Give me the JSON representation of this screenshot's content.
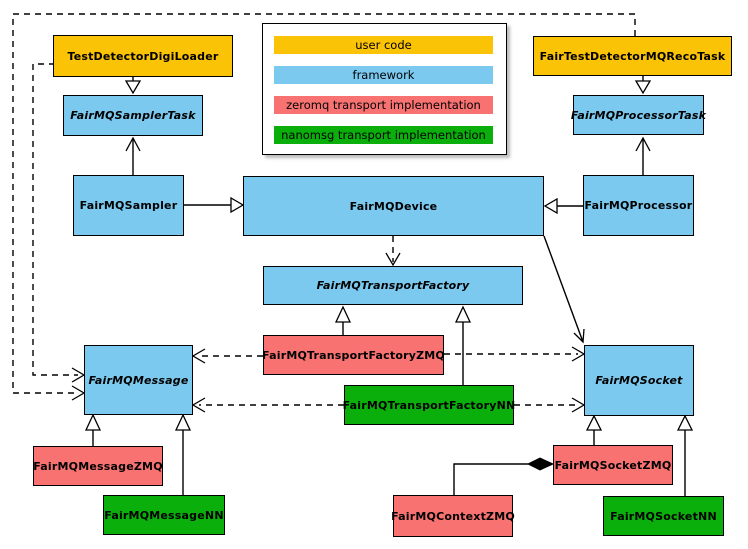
{
  "diagram": {
    "subject": "FairMQ class diagram",
    "colors": {
      "user": "#FBC306",
      "framework": "#7CC9EF",
      "zeromq": "#F87272",
      "nanomsg": "#0BAF0B",
      "border": "#000000",
      "background": "#FFFFFF"
    },
    "legend": {
      "items": [
        {
          "label": "user code",
          "color_key": "user"
        },
        {
          "label": "framework",
          "color_key": "framework"
        },
        {
          "label": "zeromq transport implementation",
          "color_key": "zeromq"
        },
        {
          "label": "nanomsg transport implementation",
          "color_key": "nanomsg"
        }
      ]
    },
    "nodes": {
      "testDetectorDigiLoader": {
        "label": "TestDetectorDigiLoader",
        "layer": "user",
        "abstract": false
      },
      "fairTestDetectorMQRecoTask": {
        "label": "FairTestDetectorMQRecoTask",
        "layer": "user",
        "abstract": false
      },
      "fairMQSamplerTask": {
        "label": "FairMQSamplerTask",
        "layer": "framework",
        "abstract": true
      },
      "fairMQProcessorTask": {
        "label": "FairMQProcessorTask",
        "layer": "framework",
        "abstract": true
      },
      "fairMQSampler": {
        "label": "FairMQSampler",
        "layer": "framework",
        "abstract": false
      },
      "fairMQDevice": {
        "label": "FairMQDevice",
        "layer": "framework",
        "abstract": false
      },
      "fairMQProcessor": {
        "label": "FairMQProcessor",
        "layer": "framework",
        "abstract": false
      },
      "fairMQTransportFactory": {
        "label": "FairMQTransportFactory",
        "layer": "framework",
        "abstract": true
      },
      "fairMQTransportFactoryZMQ": {
        "label": "FairMQTransportFactoryZMQ",
        "layer": "zeromq",
        "abstract": false
      },
      "fairMQTransportFactoryNN": {
        "label": "FairMQTransportFactoryNN",
        "layer": "nanomsg",
        "abstract": false
      },
      "fairMQMessage": {
        "label": "FairMQMessage",
        "layer": "framework",
        "abstract": true
      },
      "fairMQSocket": {
        "label": "FairMQSocket",
        "layer": "framework",
        "abstract": true
      },
      "fairMQMessageZMQ": {
        "label": "FairMQMessageZMQ",
        "layer": "zeromq",
        "abstract": false
      },
      "fairMQMessageNN": {
        "label": "FairMQMessageNN",
        "layer": "nanomsg",
        "abstract": false
      },
      "fairMQSocketZMQ": {
        "label": "FairMQSocketZMQ",
        "layer": "zeromq",
        "abstract": false
      },
      "fairMQSocketNN": {
        "label": "FairMQSocketNN",
        "layer": "nanomsg",
        "abstract": false
      },
      "fairMQContextZMQ": {
        "label": "FairMQContextZMQ",
        "layer": "zeromq",
        "abstract": false
      }
    },
    "edges": [
      {
        "from": "TestDetectorDigiLoader",
        "to": "FairMQSamplerTask",
        "type": "inheritance"
      },
      {
        "from": "FairTestDetectorMQRecoTask",
        "to": "FairMQProcessorTask",
        "type": "inheritance"
      },
      {
        "from": "FairMQSampler",
        "to": "FairMQSamplerTask",
        "type": "association"
      },
      {
        "from": "FairMQProcessor",
        "to": "FairMQProcessorTask",
        "type": "association"
      },
      {
        "from": "FairMQSampler",
        "to": "FairMQDevice",
        "type": "inheritance"
      },
      {
        "from": "FairMQProcessor",
        "to": "FairMQDevice",
        "type": "inheritance"
      },
      {
        "from": "FairMQDevice",
        "to": "FairMQTransportFactory",
        "type": "dependency"
      },
      {
        "from": "FairMQDevice",
        "to": "FairMQSocket",
        "type": "association"
      },
      {
        "from": "FairMQTransportFactoryZMQ",
        "to": "FairMQTransportFactory",
        "type": "inheritance"
      },
      {
        "from": "FairMQTransportFactoryNN",
        "to": "FairMQTransportFactory",
        "type": "inheritance"
      },
      {
        "from": "FairMQTransportFactoryZMQ",
        "to": "FairMQMessage",
        "type": "dependency"
      },
      {
        "from": "FairMQTransportFactoryZMQ",
        "to": "FairMQSocket",
        "type": "dependency"
      },
      {
        "from": "FairMQTransportFactoryNN",
        "to": "FairMQMessage",
        "type": "dependency"
      },
      {
        "from": "FairMQTransportFactoryNN",
        "to": "FairMQSocket",
        "type": "dependency"
      },
      {
        "from": "TestDetectorDigiLoader",
        "to": "FairMQMessage",
        "type": "dependency"
      },
      {
        "from": "FairTestDetectorMQRecoTask",
        "to": "FairMQMessage",
        "type": "dependency"
      },
      {
        "from": "FairMQMessageZMQ",
        "to": "FairMQMessage",
        "type": "inheritance"
      },
      {
        "from": "FairMQMessageNN",
        "to": "FairMQMessage",
        "type": "inheritance"
      },
      {
        "from": "FairMQSocketZMQ",
        "to": "FairMQSocket",
        "type": "inheritance"
      },
      {
        "from": "FairMQSocketNN",
        "to": "FairMQSocket",
        "type": "inheritance"
      },
      {
        "from": "FairMQContextZMQ",
        "to": "FairMQSocketZMQ",
        "type": "composition"
      }
    ]
  }
}
